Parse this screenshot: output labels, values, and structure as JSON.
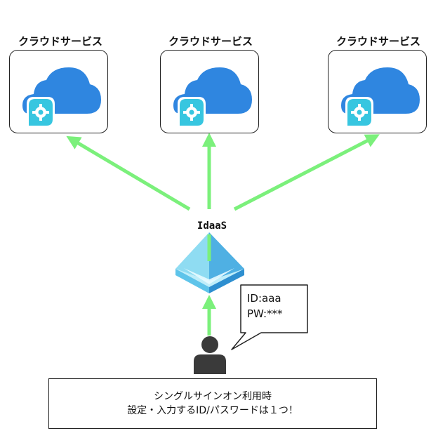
{
  "cloud_services": [
    {
      "label": "クラウドサービス",
      "icon": "cloud-gear-icon"
    },
    {
      "label": "クラウドサービス",
      "icon": "cloud-gear-icon"
    },
    {
      "label": "クラウドサービス",
      "icon": "cloud-gear-icon"
    }
  ],
  "idaas": {
    "label": "IdaaS",
    "icon": "pyramid-identity-icon"
  },
  "credentials": {
    "id_line": "ID:aaa",
    "pw_line": "PW:***"
  },
  "user": {
    "icon": "user-icon"
  },
  "note": {
    "line1": "シングルサインオン利用時",
    "line2": "設定・入力するID/パスワードは１つ！"
  },
  "colors": {
    "arrow": "#7bf07b",
    "cloud": "#2f86e0",
    "gear_badge": "#37c6e0",
    "pyramid_light": "#8fdcf2",
    "pyramid_dark": "#3a9ed9",
    "user": "#3a3a3a"
  }
}
